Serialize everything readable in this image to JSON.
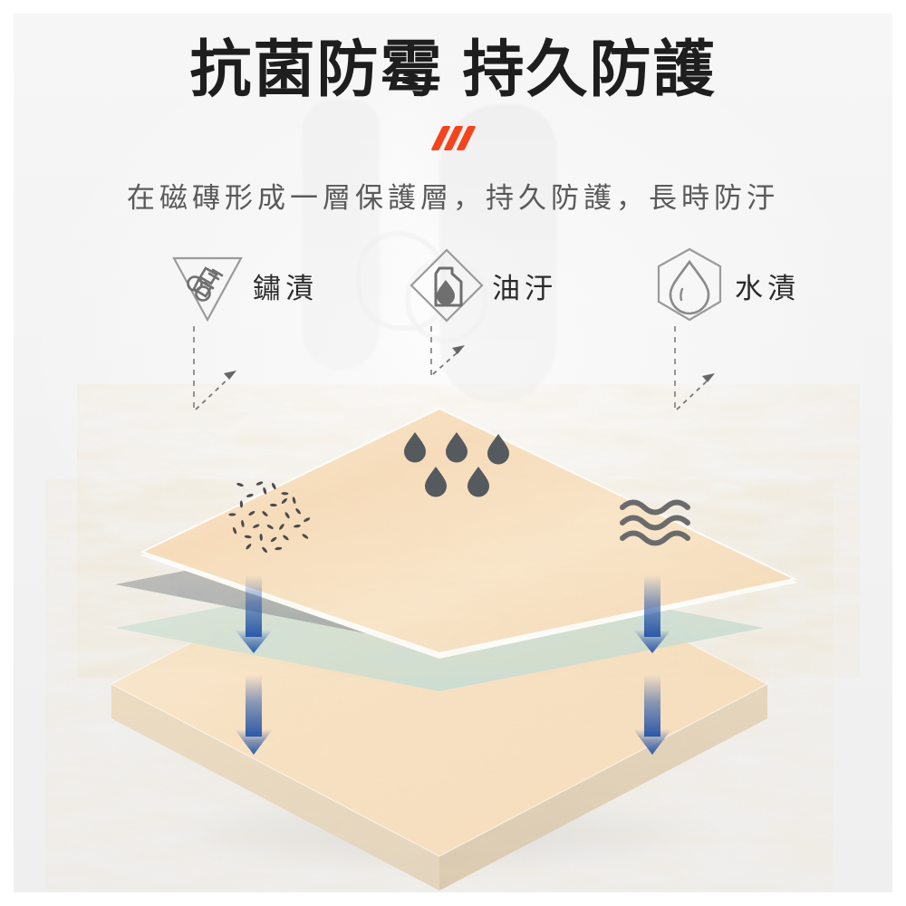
{
  "page": {
    "background_color": "#f4f4f4",
    "frame_color": "#ffffff"
  },
  "header": {
    "title": "抗菌防霉 持久防護",
    "title_color": "#1e1e1e",
    "accent_color": "#f4441e",
    "subtitle": "在磁磚形成一層保護層，持久防護，長時防汙",
    "subtitle_color": "#5a5a5a",
    "divider_marks": 3
  },
  "stains": [
    {
      "label": "鏽漬",
      "icon": "rust-triangle-icon",
      "frame": "triangle-down"
    },
    {
      "label": "油汙",
      "icon": "oil-can-diamond-icon",
      "frame": "diamond"
    },
    {
      "label": "水漬",
      "icon": "water-drop-hexagon-icon",
      "frame": "hexagon"
    }
  ],
  "diagram": {
    "surface_marks": {
      "dirt_specks": "bacteria-specks",
      "droplets": "water-droplets",
      "droplet_count": 5,
      "droplet_color": "#555a5e",
      "waves": "water-wave-lines",
      "wave_count": 3,
      "wave_color": "#6b6b6b"
    },
    "layers": [
      {
        "name": "protective-tile-surface",
        "color": "#f6ddc0"
      },
      {
        "name": "antibacterial-coat-layer",
        "color": "#9a9ea1"
      },
      {
        "name": "sealant-mint-layer",
        "color": "#cfe0d8"
      },
      {
        "name": "base-tile-slab",
        "color": "#f8e3c9"
      }
    ],
    "arrow_color": "#2d5aa8",
    "arrow_count": 4,
    "guide_color": "#7a7a7a"
  }
}
